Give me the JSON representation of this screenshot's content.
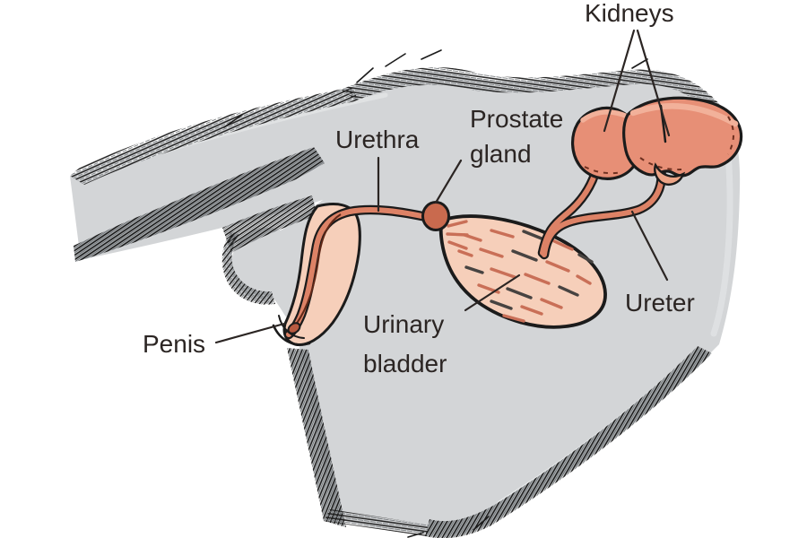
{
  "figure": {
    "labels": {
      "kidneys": "Kidneys",
      "prostate_line1": "Prostate",
      "prostate_line2": "gland",
      "urethra": "Urethra",
      "ureter": "Ureter",
      "bladder_line1": "Urinary",
      "bladder_line2": "bladder",
      "penis": "Penis"
    }
  },
  "colors": {
    "background": "#ffffff",
    "body_gray": "#d3d5d7",
    "fur_ink": "#1d1d1d",
    "organ_salmon": "#dd8266",
    "kidney_salmon": "#e78f76",
    "kidney_highlight": "#f2b19a",
    "bladder_pink": "#f6cfba",
    "bladder_dash": "#c96f57",
    "prostate": "#c96a4e",
    "outline": "#1b1b1b",
    "label_text": "#2b2523"
  }
}
